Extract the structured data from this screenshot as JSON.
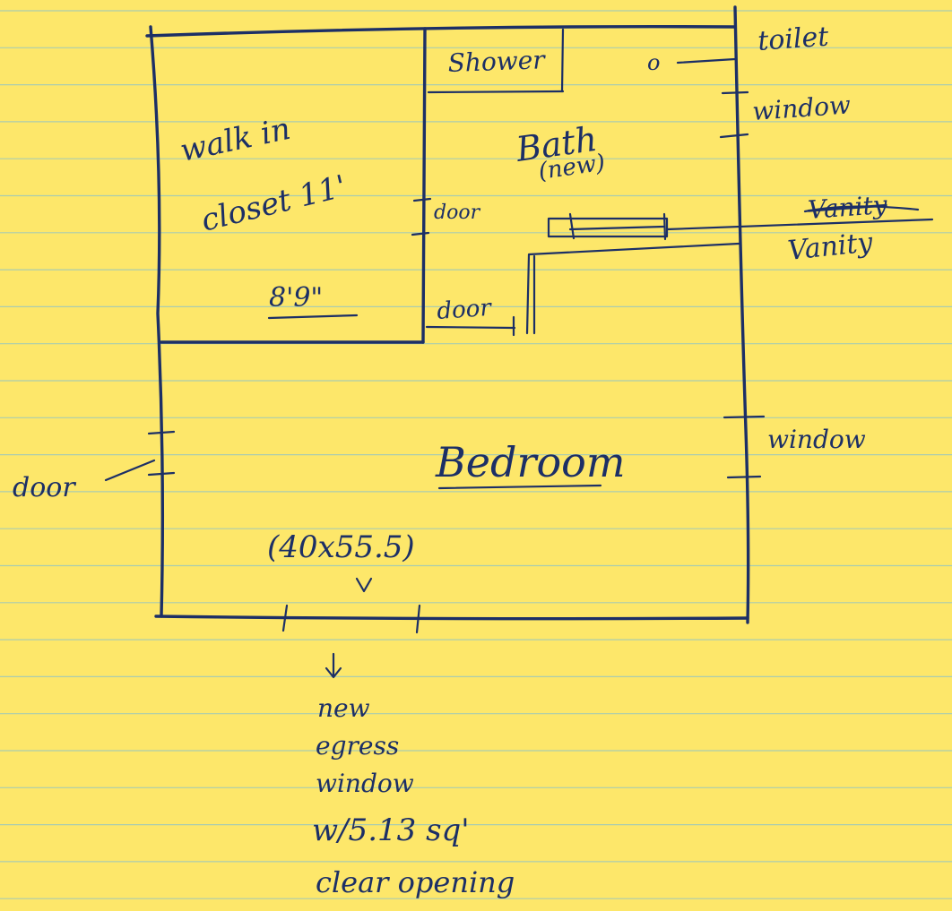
{
  "sketch": {
    "labels": {
      "shower": "Shower",
      "toilet_symbol": "o",
      "toilet": "toilet",
      "window_bath": "window",
      "walk_in_line1": "walk in",
      "walk_in_line2": "closet 11'",
      "bath": "Bath",
      "bath_new": "(new)",
      "closet_door": "door",
      "vanity_crossed": "Vanity",
      "vanity": "Vanity",
      "closet_width": "8'9\"",
      "bath_door": "door",
      "bedroom": "Bedroom",
      "window_bedroom": "window",
      "door_left": "door",
      "egress_size": "(40x55.5)",
      "egress_note": [
        "new",
        "egress",
        "window",
        "w/5.13 sq'",
        "clear opening"
      ]
    }
  },
  "colors": {
    "paper": "#FDE76A",
    "rule_lines": "#8fc4c7",
    "ink": "#1c2f66"
  }
}
